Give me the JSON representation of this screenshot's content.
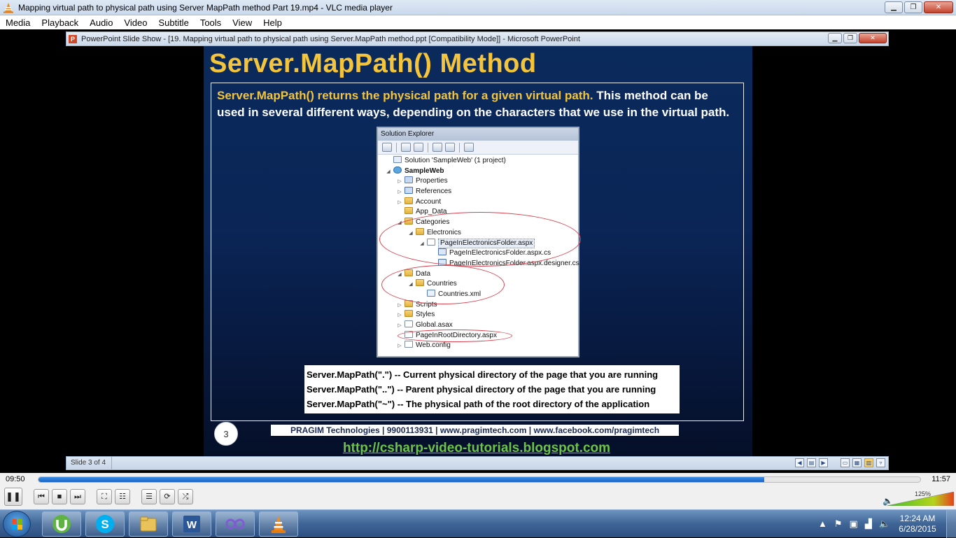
{
  "vlc": {
    "title": "Mapping virtual path to physical path using Server MapPath method Part 19.mp4 - VLC media player",
    "menu": [
      "Media",
      "Playback",
      "Audio",
      "Video",
      "Subtitle",
      "Tools",
      "View",
      "Help"
    ],
    "time_elapsed": "09:50",
    "time_total": "11:57",
    "progress": 0.823,
    "volume_label": "125%"
  },
  "ppt": {
    "title": "PowerPoint Slide Show - [19. Mapping virtual path to physical path using Server.MapPath method.ppt [Compatibility Mode]] - Microsoft PowerPoint",
    "status": "Slide 3 of 4"
  },
  "slide": {
    "title": "Server.MapPath() Method",
    "intro_highlight": "Server.MapPath() returns the physical path for a given virtual path.",
    "intro_rest": " This method can be used in several different ways, depending on the characters that we use in the virtual path.",
    "solution_explorer": {
      "header": "Solution Explorer",
      "nodes": [
        {
          "indent": 0,
          "arrow": "",
          "icon": "sln",
          "label": "Solution 'SampleWeb' (1 project)"
        },
        {
          "indent": 0,
          "arrow": "◢",
          "icon": "proj",
          "label": "SampleWeb",
          "bold": true
        },
        {
          "indent": 1,
          "arrow": "▷",
          "icon": "props",
          "label": "Properties"
        },
        {
          "indent": 1,
          "arrow": "▷",
          "icon": "refs",
          "label": "References"
        },
        {
          "indent": 1,
          "arrow": "▷",
          "icon": "folder",
          "label": "Account"
        },
        {
          "indent": 1,
          "arrow": "",
          "icon": "folder",
          "label": "App_Data"
        },
        {
          "indent": 1,
          "arrow": "◢",
          "icon": "folder",
          "label": "Categories"
        },
        {
          "indent": 2,
          "arrow": "◢",
          "icon": "folder",
          "label": "Electronics"
        },
        {
          "indent": 3,
          "arrow": "◢",
          "icon": "file",
          "label": "PageInElectronicsFolder.aspx",
          "selected": true
        },
        {
          "indent": 4,
          "arrow": "",
          "icon": "cs",
          "label": "PageInElectronicsFolder.aspx.cs"
        },
        {
          "indent": 4,
          "arrow": "",
          "icon": "cs",
          "label": "PageInElectronicsFolder.aspx.designer.cs"
        },
        {
          "indent": 1,
          "arrow": "◢",
          "icon": "folder",
          "label": "Data"
        },
        {
          "indent": 2,
          "arrow": "◢",
          "icon": "folder",
          "label": "Countries"
        },
        {
          "indent": 3,
          "arrow": "",
          "icon": "xml",
          "label": "Countries.xml"
        },
        {
          "indent": 1,
          "arrow": "▷",
          "icon": "folder",
          "label": "Scripts"
        },
        {
          "indent": 1,
          "arrow": "▷",
          "icon": "folder",
          "label": "Styles"
        },
        {
          "indent": 1,
          "arrow": "▷",
          "icon": "file",
          "label": "Global.asax"
        },
        {
          "indent": 1,
          "arrow": "",
          "icon": "file",
          "label": "PageInRootDirectory.aspx"
        },
        {
          "indent": 1,
          "arrow": "▷",
          "icon": "file",
          "label": "Web.config"
        }
      ]
    },
    "paths": [
      "Server.MapPath(\".\") -- Current physical directory of the page that you are running",
      "Server.MapPath(\"..\") -- Parent physical directory of the page that you are running",
      "Server.MapPath(\"~\") -- The physical path of the root directory of the application"
    ],
    "slide_number": "3",
    "footer": "PRAGIM Technologies | 9900113931 | www.pragimtech.com | www.facebook.com/pragimtech",
    "url": "http://csharp-video-tutorials.blogspot.com"
  },
  "taskbar": {
    "time": "12:24 AM",
    "date": "6/28/2015"
  }
}
